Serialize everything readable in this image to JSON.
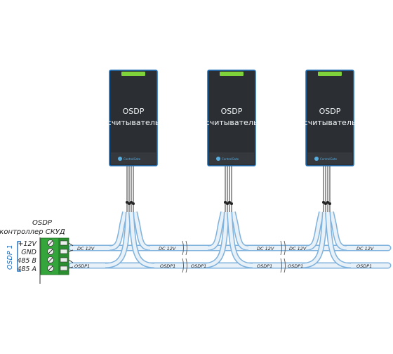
{
  "readers": [
    {
      "line1": "OSDP",
      "line2": "считыватель",
      "brand": "ControlGate"
    },
    {
      "line1": "OSDP",
      "line2": "считыватель",
      "brand": "ControlGate"
    },
    {
      "line1": "OSDP",
      "line2": "считыватель",
      "brand": "ControlGate"
    }
  ],
  "controller": {
    "title_line1": "OSDP",
    "title_line2": "контроллер СКУД",
    "pins": [
      "+12V",
      "GND",
      "485 B",
      "485 A"
    ],
    "bus_name": "OSDP 1"
  },
  "bus_labels": {
    "power": "DC 12V",
    "data": "OSDP1"
  },
  "colors": {
    "reader_body": "#2b2f33",
    "reader_border": "#1f6fb8",
    "reader_led": "#7fd23a",
    "terminal_green": "#33a53a",
    "cable_blue": "#7fb2dc",
    "cable_fill": "#e8f0f8",
    "bracket_blue": "#1c6fc0"
  }
}
